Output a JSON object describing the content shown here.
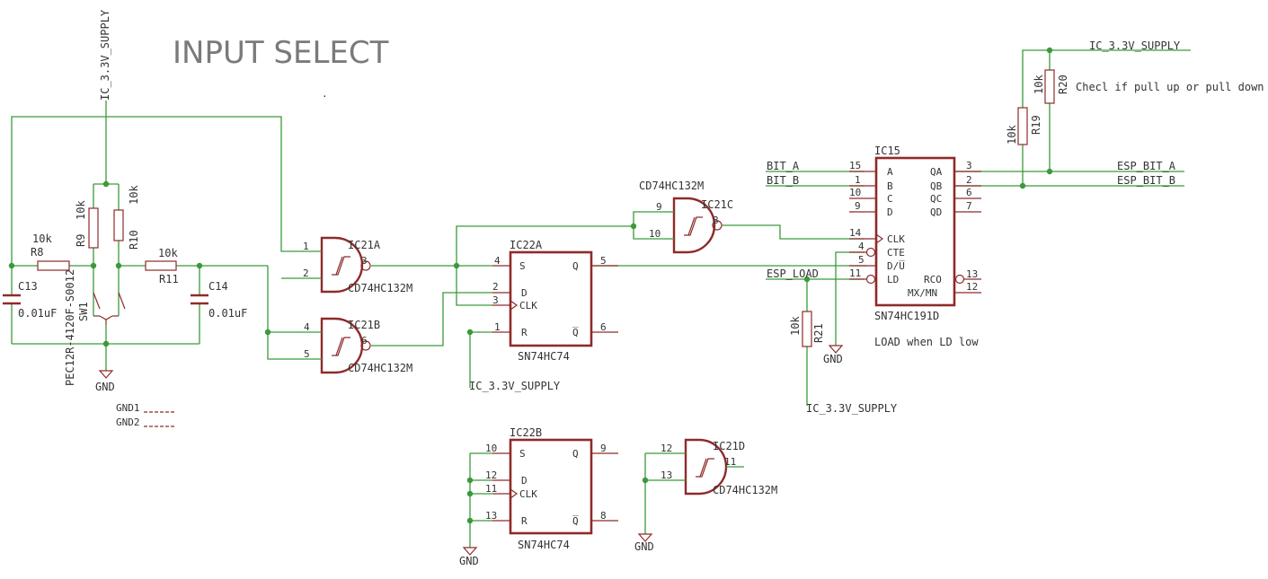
{
  "title": "INPUT SELECT",
  "supply": "IC_3.3V_SUPPLY",
  "gnd": "GND",
  "gnd1": "GND1",
  "gnd2": "GND2",
  "resistors": {
    "r8": {
      "name": "R8",
      "value": "10k"
    },
    "r9": {
      "name": "R9",
      "value": "10k"
    },
    "r10": {
      "name": "R10",
      "value": "10k"
    },
    "r11": {
      "name": "R11",
      "value": "10k"
    },
    "r19": {
      "name": "R19",
      "value": "10k"
    },
    "r20": {
      "name": "R20",
      "value": "10k"
    },
    "r21": {
      "name": "R21",
      "value": "10k"
    }
  },
  "caps": {
    "c13": {
      "name": "C13",
      "value": "0.01uF"
    },
    "c14": {
      "name": "C14",
      "value": "0.01uF"
    }
  },
  "encoder": {
    "part": "PEC12R-4120F-S0012",
    "name": "SW1"
  },
  "nand": {
    "part": "CD74HC132M",
    "a": {
      "name": "IC21A",
      "in1": "1",
      "in2": "2",
      "out": "3"
    },
    "b": {
      "name": "IC21B",
      "in1": "4",
      "in2": "5",
      "out": "6"
    },
    "c": {
      "name": "IC21C",
      "in1": "9",
      "in2": "10",
      "out": "8"
    },
    "d": {
      "name": "IC21D",
      "in1": "12",
      "in2": "13",
      "out": "11"
    }
  },
  "ff": {
    "part": "SN74HC74",
    "a": {
      "name": "IC22A",
      "s": "S",
      "d": "D",
      "clk": "CLK",
      "r": "R",
      "q": "Q",
      "qn": "Q̅",
      "ps": "4",
      "pd": "2",
      "pclk": "3",
      "pr": "1",
      "pq": "5",
      "pqn": "6"
    },
    "b": {
      "name": "IC22B",
      "s": "S",
      "d": "D",
      "clk": "CLK",
      "r": "R",
      "q": "Q",
      "qn": "Q̅",
      "ps": "10",
      "pd": "12",
      "pclk": "11",
      "pr": "13",
      "pq": "9",
      "pqn": "8"
    }
  },
  "counter": {
    "name": "IC15",
    "part": "SN74HC191D",
    "pins_left": [
      {
        "num": "15",
        "label": "A"
      },
      {
        "num": "1",
        "label": "B"
      },
      {
        "num": "10",
        "label": "C"
      },
      {
        "num": "9",
        "label": "D"
      },
      {
        "num": "14",
        "label": "CLK"
      },
      {
        "num": "4",
        "label": "CTE"
      },
      {
        "num": "5",
        "label": "D/U̅"
      },
      {
        "num": "11",
        "label": "LD"
      }
    ],
    "pins_right": [
      {
        "num": "3",
        "label": "QA"
      },
      {
        "num": "2",
        "label": "QB"
      },
      {
        "num": "6",
        "label": "QC"
      },
      {
        "num": "7",
        "label": "QD"
      }
    ],
    "rco": {
      "num": "13",
      "label": "RCO"
    },
    "mxmn": {
      "num": "12",
      "label": "MX/MN"
    },
    "note": "LOAD when LD low"
  },
  "nets": {
    "bit_a": "BIT_A",
    "bit_b": "BIT_B",
    "esp_load": "ESP_LOAD",
    "esp_bit_a": "ESP_BIT_A",
    "esp_bit_b": "ESP_BIT_B"
  },
  "notes": {
    "r20": "Checl if pull up or pull down R"
  }
}
